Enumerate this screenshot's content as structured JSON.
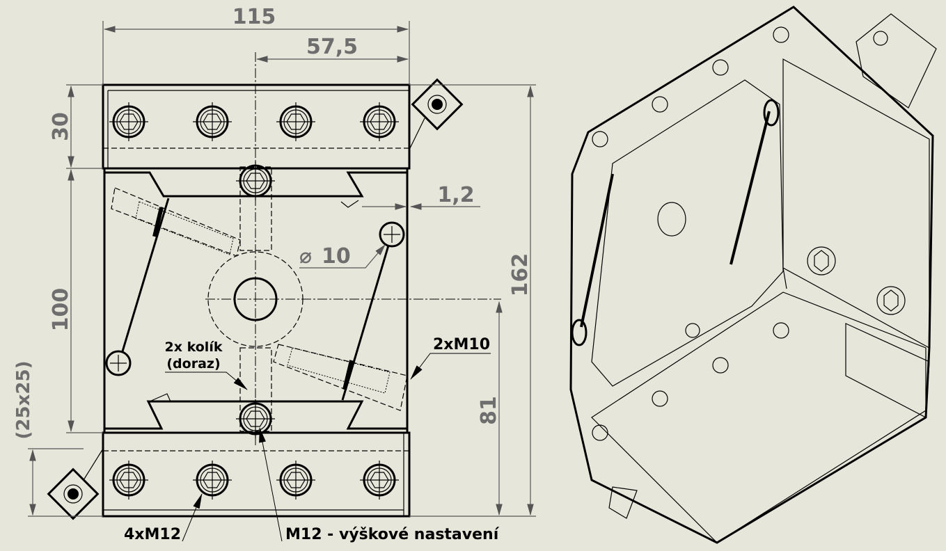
{
  "drawing": {
    "dimensions": {
      "width_total": "115",
      "width_half": "57,5",
      "height_top_bar": "30",
      "height_middle": "100",
      "square_size": "(25x25)",
      "height_total": "162",
      "height_lower": "81",
      "gap": "1,2",
      "hole_diameter": "10",
      "diameter_symbol": "⌀"
    },
    "notes": {
      "pins_line1": "2x kolík",
      "pins_line2": "(doraz)",
      "side_screws": "2xM10",
      "bar_screws": "4xM12",
      "height_adjust": "M12 - výškové nastavení"
    }
  }
}
